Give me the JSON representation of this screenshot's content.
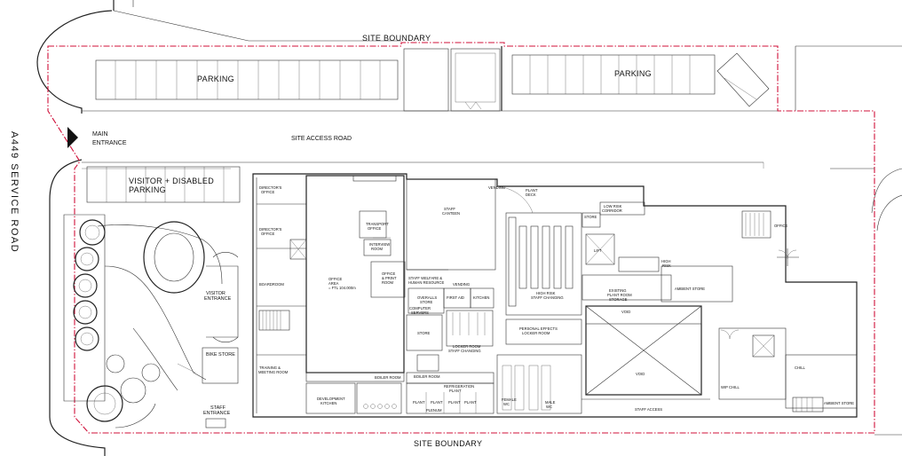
{
  "labels": {
    "site_boundary_top": "SITE BOUNDARY",
    "site_boundary_bottom": "SITE BOUNDARY",
    "parking_left": "PARKING",
    "parking_right": "PARKING",
    "main_entrance_1": "MAIN",
    "main_entrance_2": "ENTRANCE",
    "site_access_road": "SITE ACCESS ROAD",
    "visitor_parking_1": "VISITOR + DISABLED",
    "visitor_parking_2": "PARKING",
    "road": "A449 SERVICE ROAD",
    "visitor_entrance_1": "VISITOR",
    "visitor_entrance_2": "ENTRANCE",
    "bike_store": "BIKE STORE",
    "staff_entrance_1": "STAFF",
    "staff_entrance_2": "ENTRANCE"
  },
  "rooms": {
    "directors_office_1a": "DIRECTOR'S",
    "directors_office_1b": "OFFICE",
    "directors_office_2a": "DIRECTOR'S",
    "directors_office_2b": "OFFICE",
    "boardroom": "BOARDROOM",
    "training_1": "TRAINING &",
    "training_2": "MEETING ROOM",
    "office_area_1": "OFFICE",
    "office_area_2": "AREA",
    "office_area_3": "= FTL 104.000m",
    "transport_1": "TRANSPORT",
    "transport_2": "OFFICE",
    "interview_1": "INTERVIEW",
    "interview_2": "ROOM",
    "office_print_1": "OFFICE",
    "office_print_2": "& PRINT",
    "office_print_3": "ROOM",
    "staff_canteen_1": "STAFF",
    "staff_canteen_2": "CANTEEN",
    "vending_top": "VENDING",
    "vending_mid": "VENDING",
    "plant_deck_1": "PLANT",
    "plant_deck_2": "DECK",
    "staff_welfare_1": "STAFF WELFARE &",
    "staff_welfare_2": "HUMAN RESOURCE",
    "overalls_1": "OVERALLS",
    "overalls_2": "STORE",
    "first_aid": "FIRST AID",
    "kitchen": "KITCHEN",
    "computer_1": "COMPUTER",
    "computer_2": "SERVERS",
    "store_mid": "STORE",
    "staff_changing_1": "LOCKER ROOM",
    "staff_changing_2": "STAFF CHANGING",
    "boiler_room_1": "BOILER ROOM",
    "boiler_room_2": "BOILER ROOM",
    "refrigeration_1": "REFRIGERATION",
    "refrigeration_2": "PLANT",
    "plant_1": "PLANT",
    "plant_2": "PLANT",
    "plant_3": "PLANT",
    "plant_4": "PLANT",
    "plenum": "PLENUM",
    "development_1": "DEVELOPMENT",
    "development_2": "KITCHEN",
    "store_top": "STORE",
    "low_risk_1": "LOW RISK",
    "low_risk_2": "CORRIDOR",
    "high_risk_changing_1": "HIGH RISK",
    "high_risk_changing_2": "STAFF CHANGING",
    "high_risk": "HIGH",
    "high_risk_b": "RISK",
    "personal_effects_1": "PERSONAL EFFECTS",
    "personal_effects_2": "LOCKER ROOM",
    "existing_plant_1": "EXISTING",
    "existing_plant_2": "PLANT ROOM",
    "existing_plant_3": "STORAGE",
    "ambient_store_top": "AMBIENT STORE",
    "ambient_store_bottom": "AMBIENT STORE",
    "void_top": "VOID",
    "void_mid": "VOID",
    "staff_access": "STAFF ACCESS",
    "office_right": "OFFICE",
    "chill": "CHILL",
    "wip_chill": "WIP CHILL",
    "female_1": "FEMALE",
    "female_2": "WC",
    "male_1": "MALE",
    "male_2": "WC",
    "lift": "LIFT"
  },
  "colors": {
    "site_boundary": "#d0103a",
    "linework": "#222222",
    "background": "#ffffff"
  }
}
